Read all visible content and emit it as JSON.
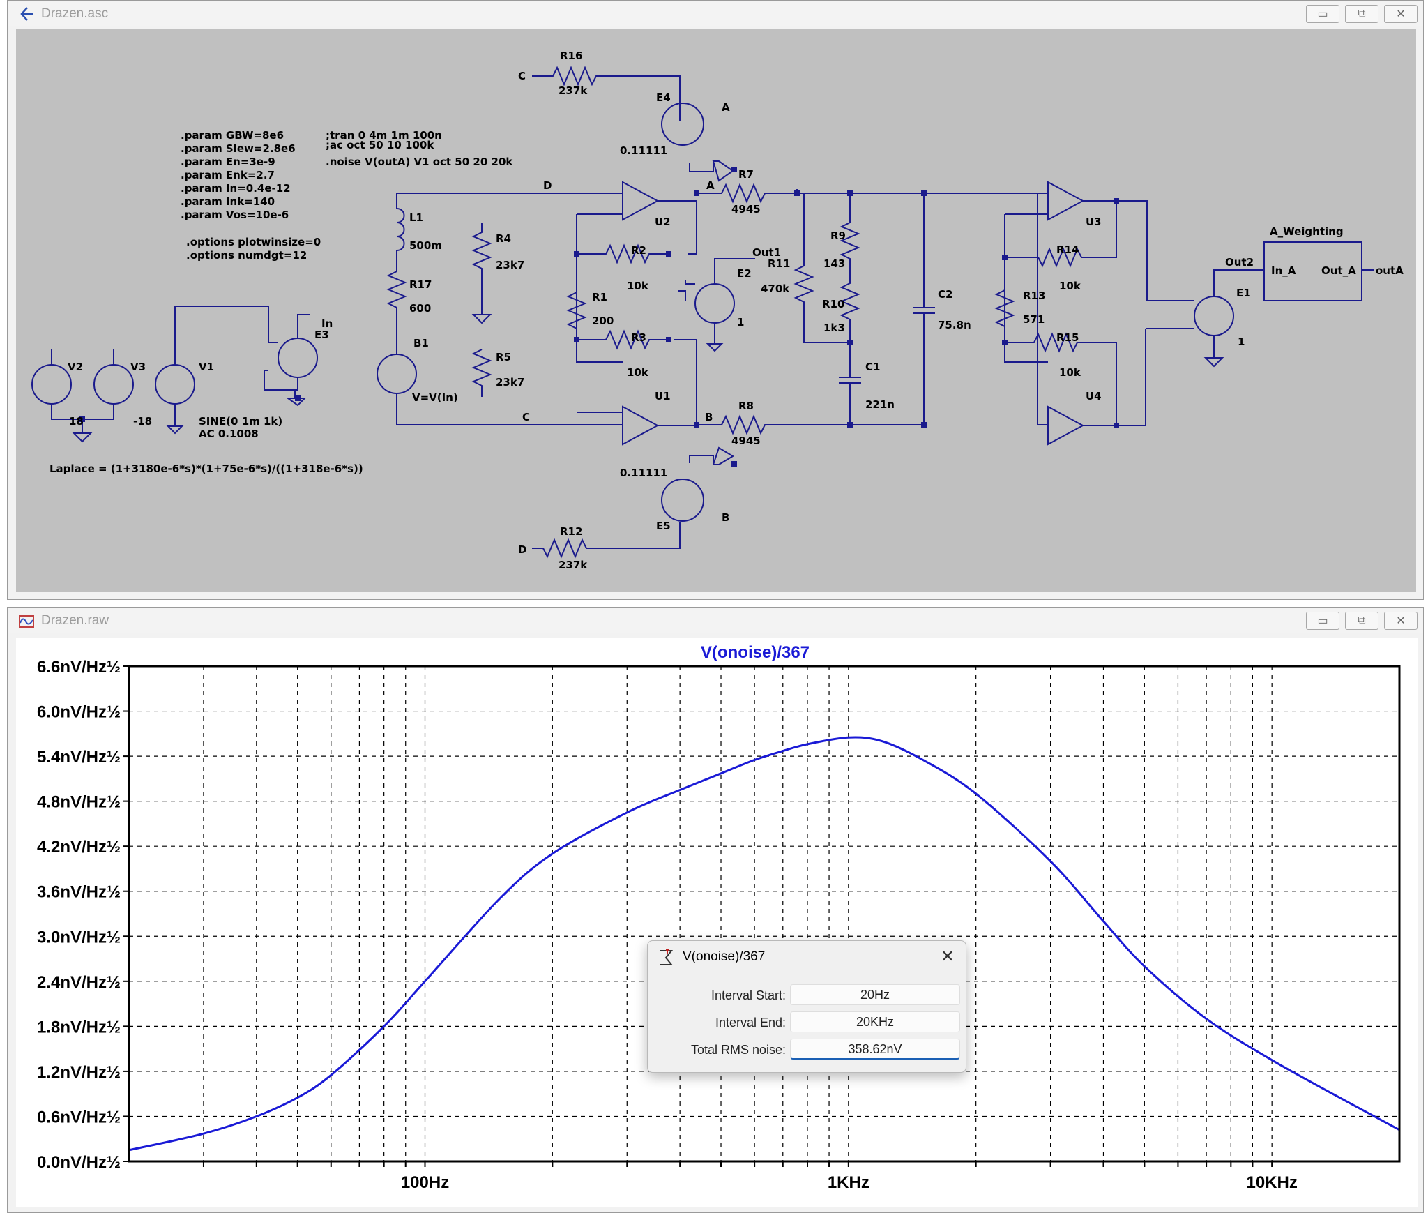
{
  "schematic_window": {
    "title": "Drazen.asc",
    "params": [
      ".param GBW=8e6",
      ".param Slew=2.8e6",
      ".param En=3e-9",
      ".param Enk=2.7",
      ".param In=0.4e-12",
      ".param Ink=140",
      ".param Vos=10e-6"
    ],
    "options": [
      ".options plotwinsize=0",
      ".options numdgt=12"
    ],
    "sim_cmds": [
      ";tran 0 4m 1m 100n",
      ";ac oct 50 10 100k",
      ".noise V(outA) V1 oct 50 20 20k"
    ],
    "laplace": "Laplace = (1+3180e-6*s)*(1+75e-6*s)/((1+318e-6*s))",
    "labels": {
      "R16": "R16",
      "R16_val": "237k",
      "E4": "E4",
      "E4_val": "0.11111",
      "E4_net": "A",
      "R12": "R12",
      "R12_val": "237k",
      "E5": "E5",
      "E5_val": "0.11111",
      "E5_net": "B",
      "net_C_top": "C",
      "net_D_bot": "D",
      "net_D": "D",
      "net_A": "A",
      "net_B": "B",
      "net_C": "C",
      "R7": "R7",
      "R7_val": "4945",
      "R8": "R8",
      "R8_val": "4945",
      "U1": "U1",
      "U2": "U2",
      "U3": "U3",
      "U4": "U4",
      "L1": "L1",
      "L1_val": "500m",
      "R17": "R17",
      "R17_val": "600",
      "B1": "B1",
      "B1_val": "V=V(In)",
      "R4": "R4",
      "R4_val": "23k7",
      "R5": "R5",
      "R5_val": "23k7",
      "R1": "R1",
      "R1_val": "200",
      "R2": "R2",
      "R2_val": "10k",
      "R3": "R3",
      "R3_val": "10k",
      "E2": "E2",
      "E2_val": "1",
      "Out1": "Out1",
      "R9": "R9",
      "R9_val": "143",
      "R10": "R10",
      "R10_val": "1k3",
      "R11": "R11",
      "R11_val": "470k",
      "C1": "C1",
      "C1_val": "221n",
      "C2": "C2",
      "C2_val": "75.8n",
      "R13": "R13",
      "R13_val": "571",
      "R14": "R14",
      "R14_val": "10k",
      "R15": "R15",
      "R15_val": "10k",
      "E1": "E1",
      "E1_val": "1",
      "Out2": "Out2",
      "AW": "A_Weighting",
      "In_A": "In_A",
      "Out_A": "Out_A",
      "outA": "outA",
      "V1": "V1",
      "V1_val1": "SINE(0 1m 1k)",
      "V1_val2": "AC 0.1008",
      "V2": "V2",
      "V2_val": "18",
      "V3": "V3",
      "V3_val": "-18",
      "E3": "E3",
      "In": "In"
    }
  },
  "plot_window": {
    "title": "Drazen.raw",
    "trace_title": "V(onoise)/367",
    "colors": {
      "trace": "#1a1ad6",
      "axis": "#000000"
    }
  },
  "chart_data": {
    "type": "line",
    "title": "V(onoise)/367",
    "x_scale": "log",
    "xlim": [
      20,
      20000
    ],
    "ylim": [
      0,
      6.6
    ],
    "x_ticks": [
      100,
      1000,
      10000
    ],
    "x_tick_labels": [
      "100Hz",
      "1KHz",
      "10KHz"
    ],
    "y_ticks": [
      0,
      0.6,
      1.2,
      1.8,
      2.4,
      3.0,
      3.6,
      4.2,
      4.8,
      5.4,
      6.0,
      6.6
    ],
    "y_tick_labels": [
      "0.0nV/Hz½",
      "0.6nV/Hz½",
      "1.2nV/Hz½",
      "1.8nV/Hz½",
      "2.4nV/Hz½",
      "3.0nV/Hz½",
      "3.6nV/Hz½",
      "4.2nV/Hz½",
      "4.8nV/Hz½",
      "5.4nV/Hz½",
      "6.0nV/Hz½",
      "6.6nV/Hz½"
    ],
    "grid": true,
    "series": [
      {
        "x": [
          20,
          30,
          40,
          50,
          60,
          80,
          100,
          150,
          200,
          300,
          400,
          500,
          600,
          700,
          800,
          1000,
          1200,
          1500,
          2000,
          3000,
          4000,
          5000,
          7000,
          10000,
          15000,
          20000
        ],
        "y": [
          0.15,
          0.37,
          0.6,
          0.85,
          1.15,
          1.8,
          2.4,
          3.5,
          4.1,
          4.65,
          4.95,
          5.17,
          5.35,
          5.47,
          5.56,
          5.65,
          5.6,
          5.35,
          4.9,
          4.0,
          3.2,
          2.6,
          1.9,
          1.35,
          0.8,
          0.42
        ]
      }
    ]
  },
  "noise_dialog": {
    "title": "V(onoise)/367",
    "rows": [
      {
        "label": "Interval Start:",
        "value": "20Hz"
      },
      {
        "label": "Interval End:",
        "value": "20KHz"
      },
      {
        "label": "Total RMS noise:",
        "value": "358.62nV"
      }
    ]
  }
}
